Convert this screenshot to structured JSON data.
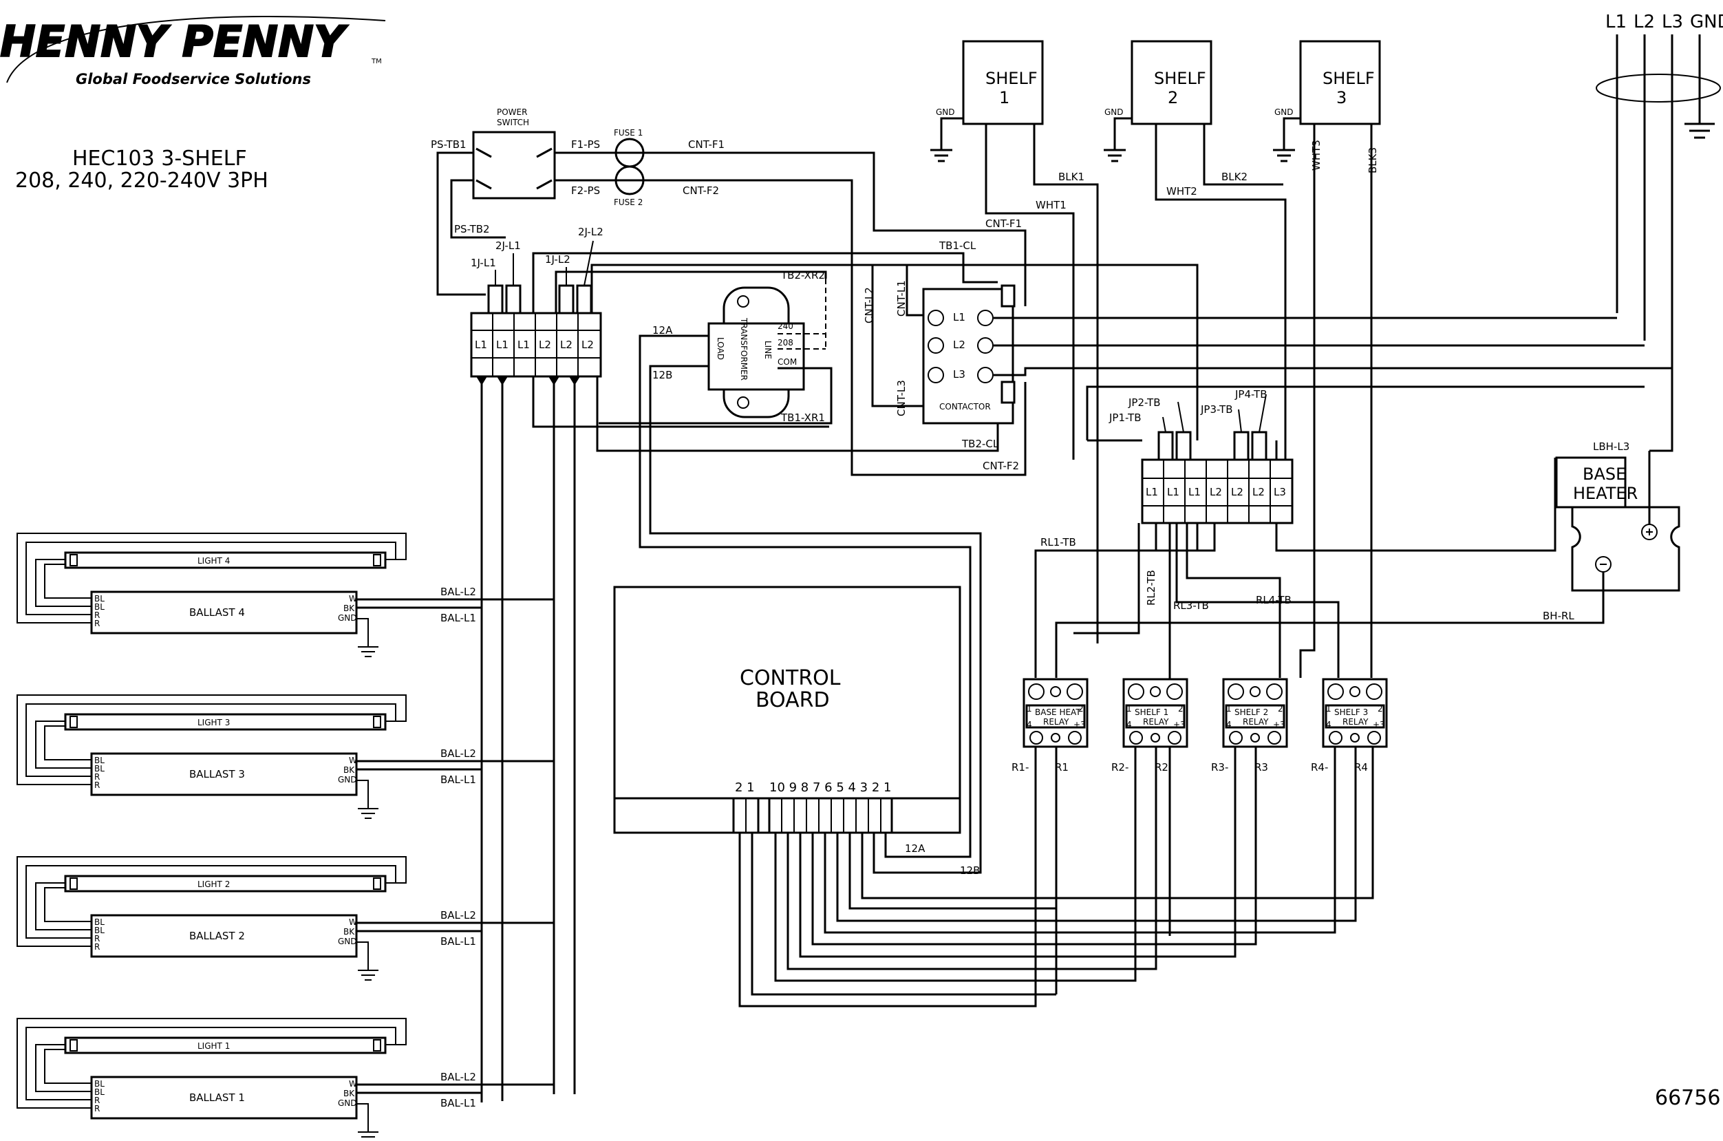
{
  "logo": {
    "brand": "HENNY PENNY",
    "tagline": "Global Foodservice Solutions",
    "tm": "TM"
  },
  "title": {
    "line1": "HEC103 3-SHELF",
    "line2": "208, 240, 220-240V 3PH"
  },
  "drawing_number": "66756",
  "supply": {
    "labels": [
      "L1",
      "L2",
      "L3",
      "GND"
    ]
  },
  "shelves": [
    {
      "label": "SHELF",
      "num": "1",
      "gnd": "GND"
    },
    {
      "label": "SHELF",
      "num": "2",
      "gnd": "GND"
    },
    {
      "label": "SHELF",
      "num": "3",
      "gnd": "GND"
    }
  ],
  "power_switch": {
    "label1": "POWER",
    "label2": "SWITCH"
  },
  "fuses": [
    {
      "label": "FUSE 1"
    },
    {
      "label": "FUSE 2"
    }
  ],
  "transformer": {
    "label": "TRANSFORMER",
    "load": "LOAD",
    "line": "LINE",
    "taps": [
      "240",
      "208",
      "COM"
    ]
  },
  "contactor": {
    "label": "CONTACTOR",
    "terminals": [
      "L1",
      "L2",
      "L3"
    ]
  },
  "terminal_block_left": {
    "terminals": [
      "L1",
      "L1",
      "L1",
      "L2",
      "L2",
      "L2"
    ]
  },
  "terminal_block_right": {
    "terminals": [
      "L1",
      "L1",
      "L1",
      "L2",
      "L2",
      "L2",
      "L3"
    ]
  },
  "base_heater": {
    "line1": "BASE",
    "line2": "HEATER"
  },
  "control_board": {
    "line1": "CONTROL",
    "line2": "BOARD",
    "pins_a": "2 1",
    "pins_b": "10 9 8 7 6 5 4 3 2 1"
  },
  "relays": [
    {
      "line1": "BASE HEAT",
      "line2": "RELAY",
      "minus": "R1-",
      "plus": "R1"
    },
    {
      "line1": "SHELF 1",
      "line2": "RELAY",
      "minus": "R2-",
      "plus": "R2"
    },
    {
      "line1": "SHELF 2",
      "line2": "RELAY",
      "minus": "R3-",
      "plus": "R3"
    },
    {
      "line1": "SHELF 3",
      "line2": "RELAY",
      "minus": "R4-",
      "plus": "R4"
    }
  ],
  "relay_pins": {
    "p1": "1",
    "p2": "2",
    "p3": "+3",
    "p4": "4"
  },
  "lights": [
    {
      "lamp": "LIGHT 4",
      "ballast": "BALLAST 4"
    },
    {
      "lamp": "LIGHT 3",
      "ballast": "BALLAST 3"
    },
    {
      "lamp": "LIGHT 2",
      "ballast": "BALLAST 2"
    },
    {
      "lamp": "LIGHT 1",
      "ballast": "BALLAST 1"
    }
  ],
  "ballast_pins": {
    "left": [
      "BL",
      "BL",
      "R",
      "R"
    ],
    "right": [
      "W",
      "BK",
      "GND"
    ]
  },
  "wires": {
    "ps_tb1": "PS-TB1",
    "ps_tb2": "PS-TB2",
    "f1_ps": "F1-PS",
    "f2_ps": "F2-PS",
    "cnt_f1": "CNT-F1",
    "cnt_f2": "CNT-F2",
    "tb1_cl": "TB1-CL",
    "tb2_cl": "TB2-CL",
    "tb2_xr2": "TB2-XR2",
    "tb1_xr1": "TB1-XR1",
    "w12a": "12A",
    "w12b": "12B",
    "j1_l1": "1J-L1",
    "j2_l1": "2J-L1",
    "j1_l2": "1J-L2",
    "j2_l2": "2J-L2",
    "cnt_l1": "CNT-L1",
    "cnt_l2": "CNT-L2",
    "cnt_l3": "CNT-L3",
    "blk1": "BLK1",
    "blk2": "BLK2",
    "blk3": "BLK3",
    "wht1": "WHT1",
    "wht2": "WHT2",
    "wht3": "WHT3",
    "jp1": "JP1-TB",
    "jp2": "JP2-TB",
    "jp3": "JP3-TB",
    "jp4": "JP4-TB",
    "rl1": "RL1-TB",
    "rl2": "RL2-TB",
    "rl3": "RL3-TB",
    "rl4": "RL4-TB",
    "lbh_l3": "LBH-L3",
    "bh_rl": "BH-RL",
    "bal_l1": "BAL-L1",
    "bal_l2": "BAL-L2"
  }
}
